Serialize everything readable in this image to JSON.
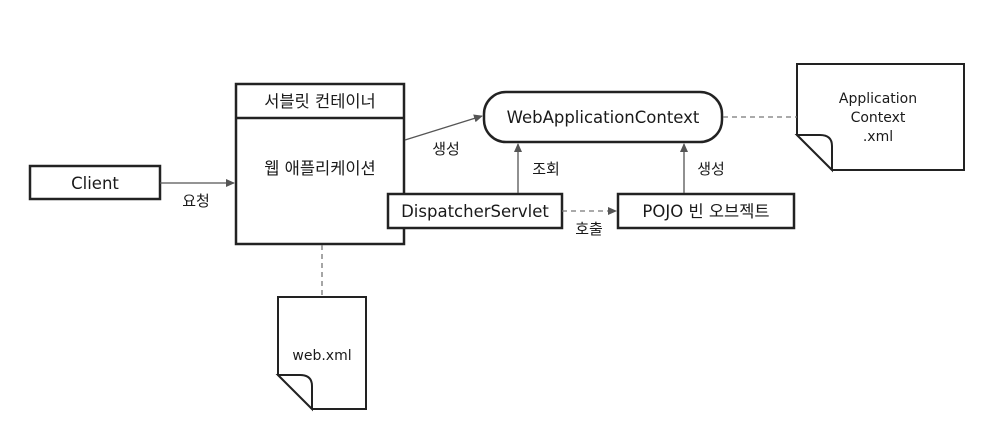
{
  "diagram": {
    "servlet_container": "서블릿 컨테이너",
    "web_application": "웹 애플리케이션",
    "client": "Client",
    "dispatcher_servlet": "DispatcherServlet",
    "web_application_context": "WebApplicationContext",
    "pojo_bean": "POJO 빈 오브젝트",
    "app_context_xml": {
      "line1": "Application",
      "line2": "Context",
      "line3": ".xml"
    },
    "web_xml": "web.xml",
    "edge_labels": {
      "request": "요청",
      "create_context": "생성",
      "lookup": "조회",
      "call": "호출",
      "create_bean": "생성"
    }
  }
}
